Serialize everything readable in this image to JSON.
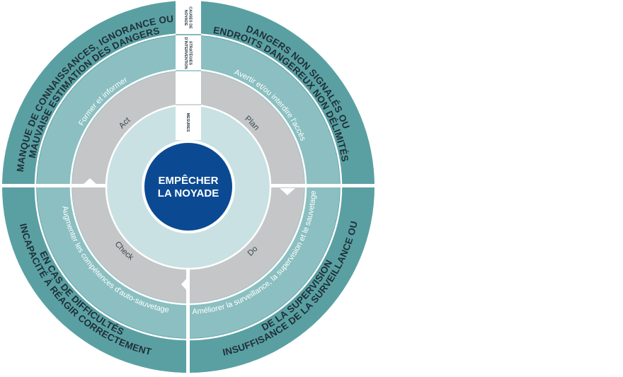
{
  "center": {
    "line1": "EMPÊCHER",
    "line2": "LA NOYADE"
  },
  "ring_tags": {
    "causes_line1": "CAUSES DE",
    "causes_line2": "NOYADE",
    "strategies_line1": "STRATÉGIES",
    "strategies_line2": "D'INTERVENTION",
    "mesures": "MESURES"
  },
  "causes": {
    "top_left_line1": "MANQUE DE CONNAISSANCES, IGNORANCE OU",
    "top_left_line2": "MAUVAISE ESTIMATION DES DANGERS",
    "top_right_line1": "DANGERS NON SIGNALÉS OU",
    "top_right_line2": "ENDROITS DANGEREUX NON DÉLIMITÉS",
    "bottom_right_line1": "INSUFFISANCE DE LA SURVEILLANCE OU",
    "bottom_right_line2": "DE LA SUPERVISION",
    "bottom_left_line1": "INCAPACITÉ À RÉAGIR CORRECTEMENT",
    "bottom_left_line2": "EN CAS DE DIFFICULTÉS"
  },
  "strategies": {
    "top_left": "Former et informer",
    "top_right": "Avertir et/ou interdire l'accès",
    "bottom_right": "Améliorer la surveillance, la supervision et le sauvetage",
    "bottom_left": "Augmenter les compétences d'auto-sauvetage"
  },
  "pdca": {
    "plan": "Plan",
    "do": "Do",
    "check": "Check",
    "act": "Act"
  },
  "colors": {
    "outer_ring": "#5aa0a3",
    "middle_ring": "#8bbfc1",
    "gray_ring": "#c4c6c7",
    "inner_disc": "#c9e1e2",
    "center_disc": "#0b4a93",
    "outer_text": "#1f2f38"
  }
}
